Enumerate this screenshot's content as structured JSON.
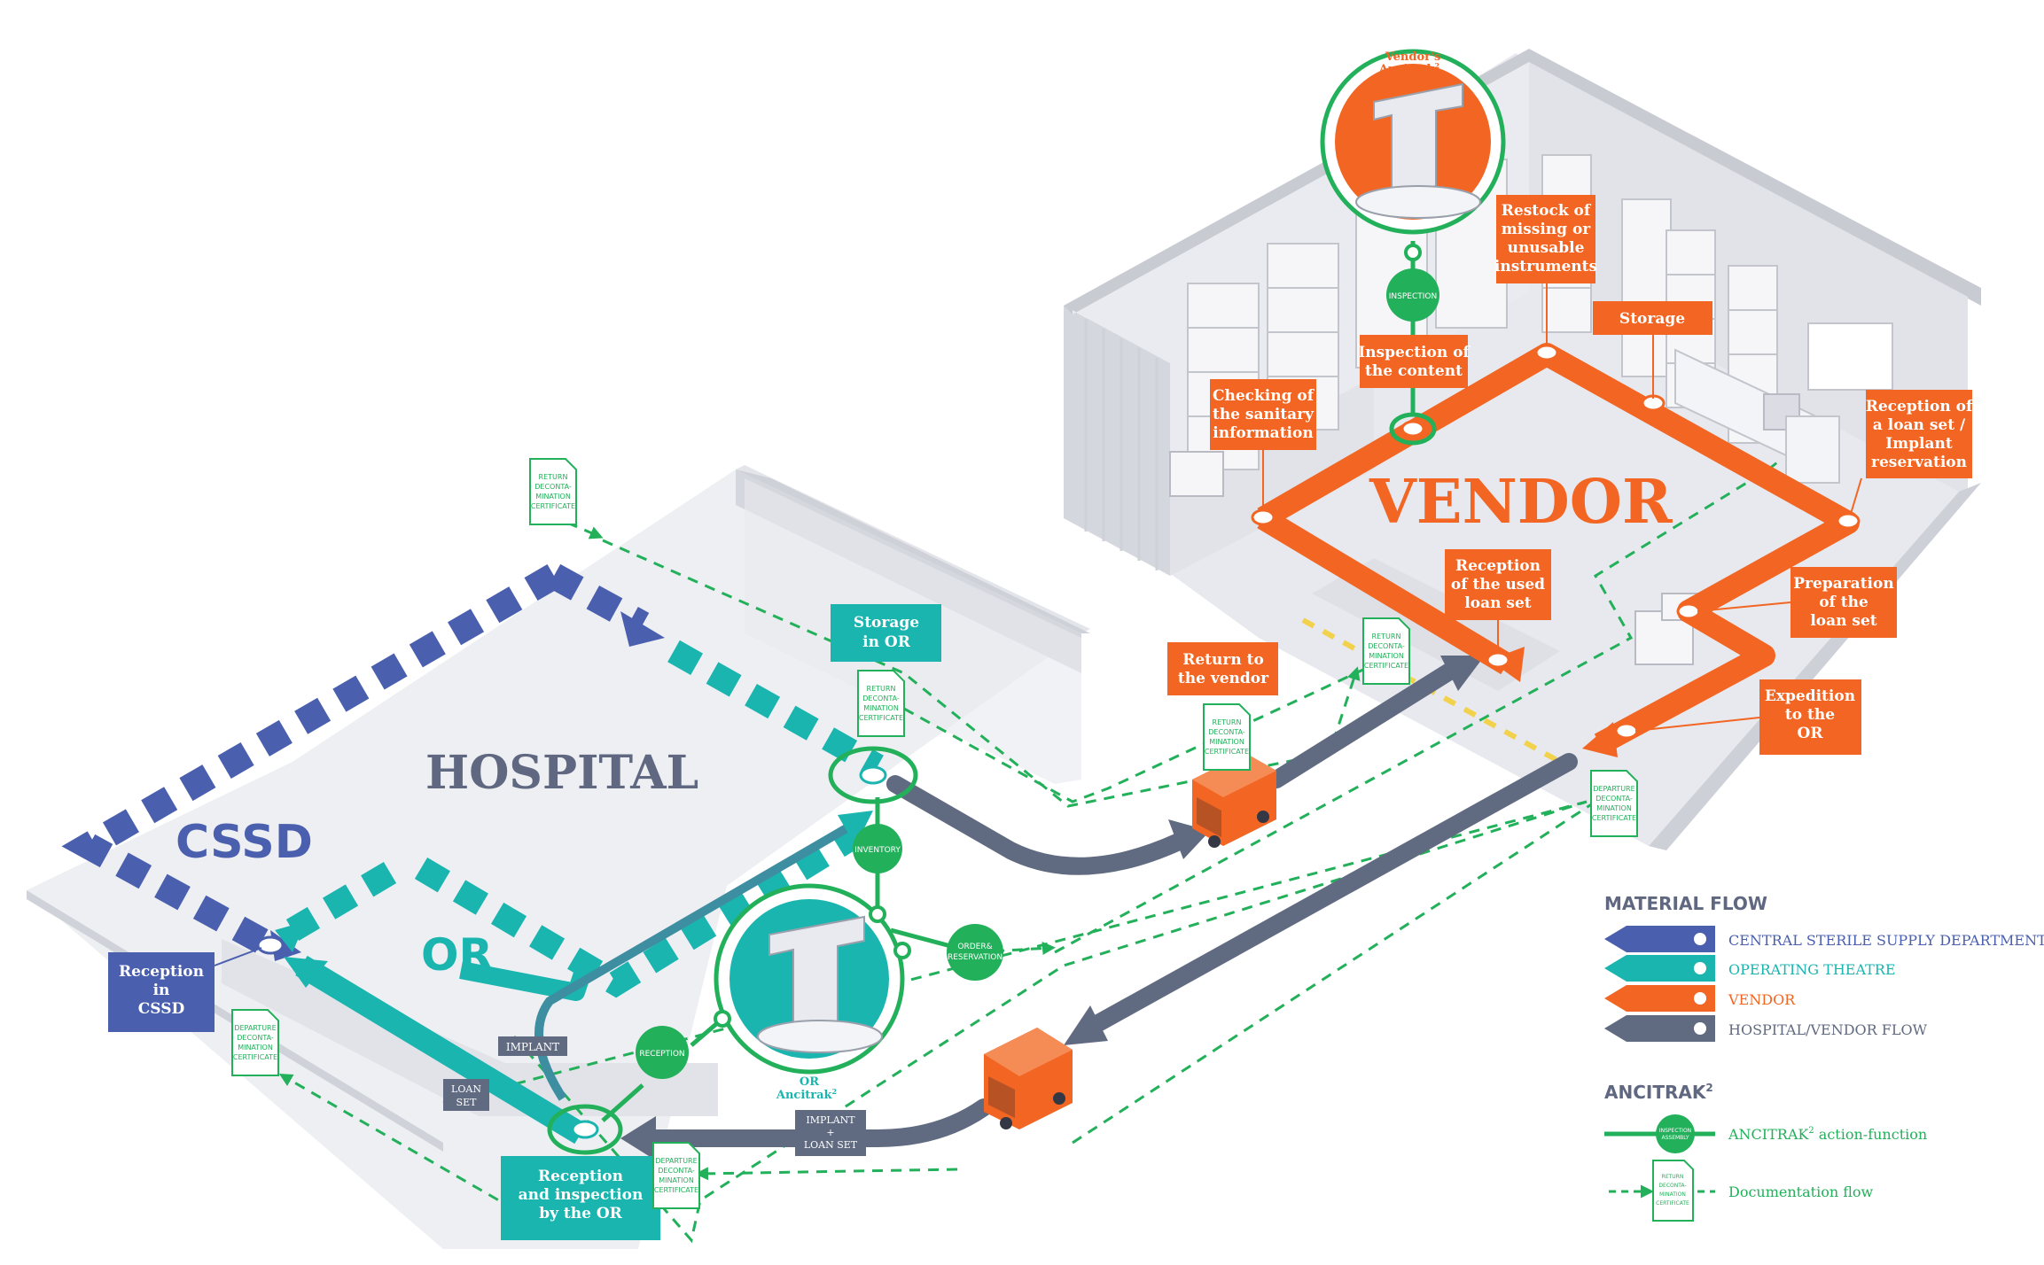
{
  "zones": {
    "hospital": "HOSPITAL",
    "cssd": "CSSD",
    "or": "OR",
    "vendor": "VENDOR"
  },
  "vendor_ancitrak": {
    "line1": "Vendor's",
    "line2": "Ancitrak",
    "sup": "2"
  },
  "or_ancitrak": {
    "line1": "OR",
    "line2": "Ancitrak",
    "sup": "2"
  },
  "vendor_steps": {
    "restock": [
      "Restock of",
      "missing or",
      "unusable",
      "instruments"
    ],
    "storage": [
      "Storage"
    ],
    "inspection_content": [
      "Inspection of",
      "the content"
    ],
    "checking": [
      "Checking of",
      "the sanitary",
      "information"
    ],
    "reception_loan": [
      "Reception of",
      "a loan set /",
      "Implant",
      "reservation"
    ],
    "reception_used": [
      "Reception",
      "of the used",
      "loan set"
    ],
    "preparation": [
      "Preparation",
      "of the",
      "loan set"
    ],
    "expedition": [
      "Expedition",
      "to the",
      "OR"
    ],
    "return_vendor": [
      "Return to",
      "the vendor"
    ]
  },
  "or_steps": {
    "storage_or": [
      "Storage",
      "in OR"
    ],
    "reception_cssd": [
      "Reception",
      "in",
      "CSSD"
    ],
    "reception_inspection_or": [
      "Reception",
      "and inspection",
      "by the OR"
    ]
  },
  "actions": {
    "inspection": "INSPECTION",
    "inventory": "INVENTORY",
    "order_reservation": [
      "ORDER&",
      "RESERVATION"
    ],
    "reception": "RECEPTION"
  },
  "flow_tags": {
    "implant": "IMPLANT",
    "loan_set": [
      "LOAN",
      "SET"
    ],
    "implant_loan_set": [
      "IMPLANT",
      "+",
      "LOAN SET"
    ]
  },
  "certificates": {
    "return": [
      "RETURN",
      "DECONTA-",
      "MINATION",
      "CERTIFICATE"
    ],
    "departure": [
      "DEPARTURE",
      "DECONTA-",
      "MINATION",
      "CERTIFICATE"
    ]
  },
  "legend": {
    "material_flow_title": "MATERIAL FLOW",
    "items": [
      {
        "label": "CENTRAL STERILE SUPPLY DEPARTMENT",
        "color": "#4a5fae"
      },
      {
        "label": "OPERATING THEATRE",
        "color": "#1bb5b0"
      },
      {
        "label": "VENDOR",
        "color": "#f26522"
      },
      {
        "label": "HOSPITAL/VENDOR FLOW",
        "color": "#606a80"
      }
    ],
    "ancitrak_title": "ANCITRAK",
    "ancitrak_sup": "2",
    "action_function_label": "ANCITRAK",
    "action_function_sup": "2",
    "action_function_suffix": " action-function",
    "action_icon_text": [
      "INSPECTION",
      "ASSEMBLY"
    ],
    "documentation_label": "Documentation flow"
  },
  "colors": {
    "cssd": "#4a5fae",
    "or": "#1bb5b0",
    "vendor": "#f26522",
    "flow": "#606a80",
    "green": "#22b05a",
    "floor": "#eeeff3",
    "wall": "#dcdde4"
  }
}
